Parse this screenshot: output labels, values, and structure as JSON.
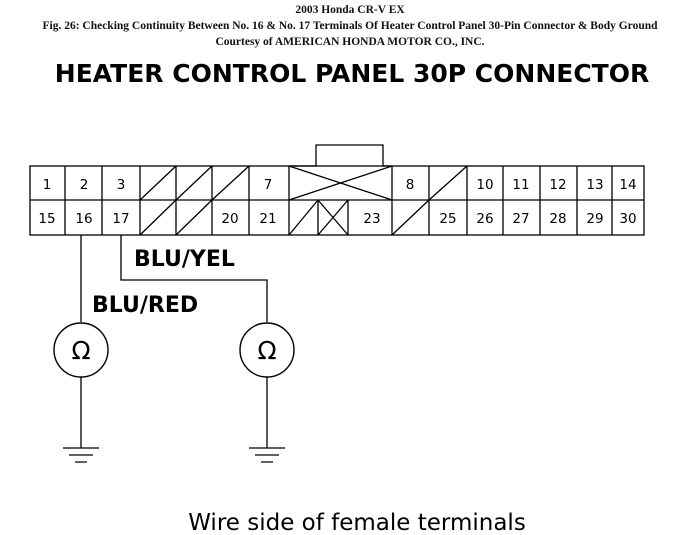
{
  "header": {
    "vehicle": "2003 Honda CR-V EX",
    "figure": "Fig. 26: Checking Continuity Between No. 16 & No. 17 Terminals Of Heater Control Panel 30-Pin Connector & Body Ground",
    "courtesy": "Courtesy of AMERICAN HONDA MOTOR CO., INC."
  },
  "diagram": {
    "title": "HEATER CONTROL PANEL 30P CONNECTOR",
    "top_row": [
      "1",
      "2",
      "3",
      "",
      "",
      "",
      "7",
      "",
      "8",
      "",
      "10",
      "11",
      "12",
      "13",
      "14"
    ],
    "bottom_row": [
      "15",
      "16",
      "17",
      "",
      "",
      "20",
      "21",
      "",
      "",
      "23",
      "",
      "25",
      "26",
      "27",
      "28",
      "29",
      "30"
    ],
    "wire_label_yel": "BLU/YEL",
    "wire_label_red": "BLU/RED",
    "meter_symbol": "Ω",
    "caption": "Wire side of female terminals"
  }
}
